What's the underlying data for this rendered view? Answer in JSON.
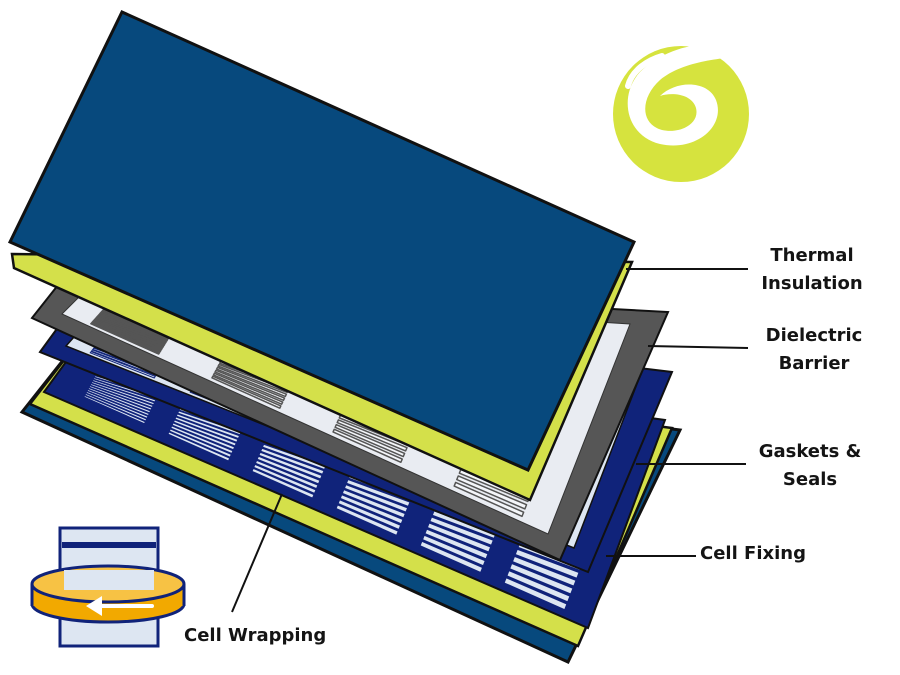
{
  "labels": {
    "thermal_insulation": [
      "Thermal",
      "Insulation"
    ],
    "dielectric_barrier": [
      "Dielectric",
      "Barrier"
    ],
    "gaskets_seals": [
      "Gaskets &",
      "Seals"
    ],
    "cell_fixing": "Cell Fixing",
    "cell_wrapping": "Cell Wrapping"
  },
  "colors": {
    "navy_panel": "#07497d",
    "dark_navy": "#10237a",
    "yellow_green": "#d4e04a",
    "dark_gray": "#565656",
    "cell_fill": "#dde6f2",
    "logo_green": "#d6e33e",
    "wrap_orange": "#f2a900",
    "outline": "#111111"
  },
  "icons": {
    "logo": "swirl-logo-icon",
    "wrap": "cell-wrapping-icon"
  }
}
